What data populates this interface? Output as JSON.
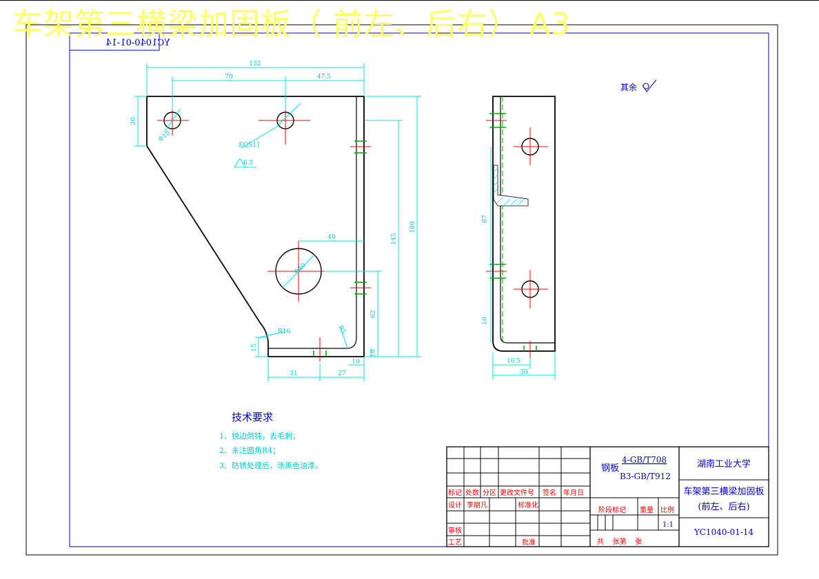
{
  "header": {
    "title": "车架第三横梁加固板（ 前左、后右） A3",
    "mirrored_code": "YC1040-01-14"
  },
  "colors": {
    "outline": "#000000",
    "dimension": "#00e5e5",
    "centerline": "#ff0000",
    "hidden": "#00aa00",
    "border": "#0000cc",
    "title_overlay": "#ffff66",
    "text_blue": "#0000cc",
    "text_red": "#ff0000",
    "text_cyan": "#00cccc"
  },
  "front_view": {
    "dims": {
      "overall_width": "132",
      "hole_spacing": "70",
      "right_offset": "47.5",
      "hole_top": "30",
      "hole_dia_small": "Φ10",
      "slot_callout": "EQS11",
      "surface_note": "6.3",
      "big_hole_x": "40",
      "big_hole_dia": "Φ40",
      "inner_height": "145",
      "overall_height": "180",
      "big_hole_y": "62",
      "bottom_fillet": "R16",
      "inner_fillet": "R5",
      "left_foot": "15",
      "thickness": "10",
      "base_gap": "10",
      "bottom_left": "31",
      "bottom_right": "27"
    }
  },
  "side_view": {
    "dims": {
      "hole_spacing": "87",
      "hole_bottom": "10",
      "flange_width": "16.5",
      "overall_width": "30"
    }
  },
  "surface_finish": {
    "label": "其余"
  },
  "tech_req": {
    "heading": "技术要求",
    "items": [
      "1、锐边倒钝，去毛刺；",
      "2、未注圆角R4；",
      "3、防锈处理后，涂黑色油漆。"
    ]
  },
  "title_block": {
    "material_prefix": "钢板",
    "material_line1": "4-GB/T708",
    "material_line2": "B3-GB/T912",
    "school": "湖南工业大学",
    "part_name_line1": "车架第三横梁加固板",
    "part_name_line2": "(前左、后右)",
    "drawing_no": "YC1040-01-14",
    "scale": "1:1",
    "labels": {
      "mark": "标记",
      "count": "处数",
      "zone": "分区",
      "change_doc": "更改文件号",
      "sign": "签名",
      "date": "年月日",
      "design": "设计",
      "designer": "李朋凡",
      "standard": "标准化",
      "review": "审核",
      "process": "工艺",
      "approve": "批准",
      "stage": "阶段标记",
      "weight": "重量",
      "ratio": "比例",
      "sheets": "共    张第    张"
    }
  }
}
